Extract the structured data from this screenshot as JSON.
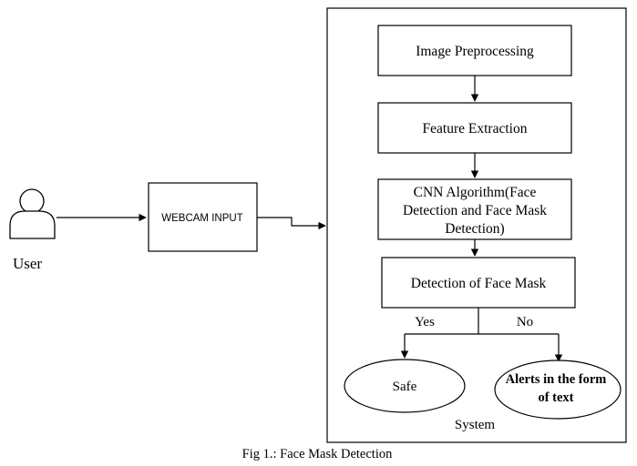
{
  "diagram": {
    "user_label": "User",
    "webcam_label": "WEBCAM INPUT",
    "system_label": "System",
    "steps": {
      "preprocessing": "Image Preprocessing",
      "feature_extraction": "Feature Extraction",
      "cnn_line1": "CNN Algorithm(Face",
      "cnn_line2": "Detection and Face Mask",
      "cnn_line3": "Detection)",
      "detection": "Detection of Face Mask"
    },
    "branches": {
      "yes": "Yes",
      "no": "No"
    },
    "outcomes": {
      "safe": "Safe",
      "alert_line1": "Alerts in the form",
      "alert_line2": "of text"
    },
    "caption": "Fig 1.: Face Mask Detection"
  }
}
